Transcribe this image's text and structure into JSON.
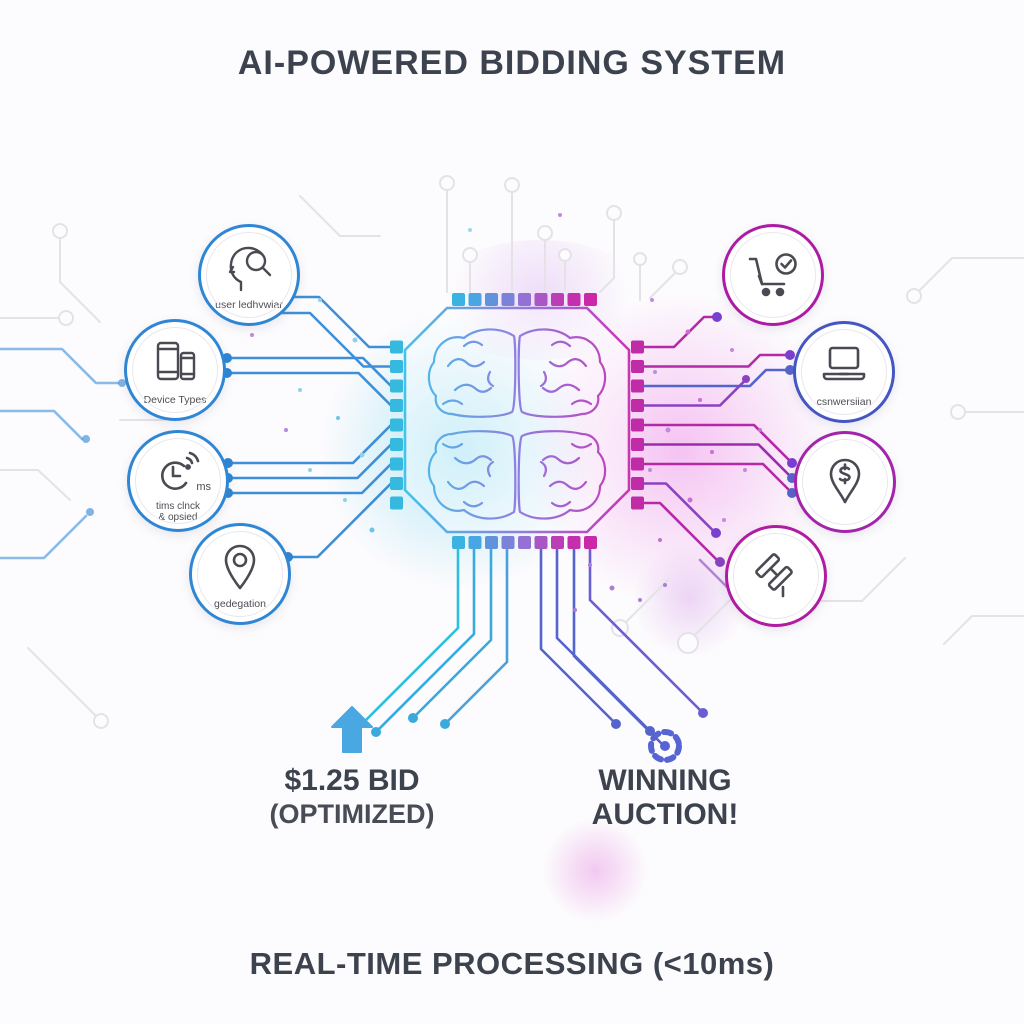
{
  "title": "AI-POWERED BIDDING SYSTEM",
  "footer": "REAL-TIME PROCESSING (<10ms)",
  "chip": {
    "name": "ai-brain-chip"
  },
  "inputs": [
    {
      "label": "user ledhvwiar",
      "icon": "user-behavior-icon"
    },
    {
      "label": "Device Types",
      "icon": "device-types-icon"
    },
    {
      "label_line1": "tims clnck",
      "label_line2": "& opsied",
      "badge": "ms",
      "icon": "time-clock-icon"
    },
    {
      "label": "gedegation",
      "icon": "geolocation-pin-icon"
    }
  ],
  "outputs": [
    {
      "icon": "cart-check-icon"
    },
    {
      "label": "csnwersiian",
      "icon": "laptop-conversion-icon"
    },
    {
      "icon": "dollar-pin-icon"
    },
    {
      "icon": "auction-gavel-icon"
    }
  ],
  "results": {
    "bid_line1": "$1.25 BID",
    "bid_line2": "(OPTIMIZED)",
    "auction_line1": "WINNING",
    "auction_line2": "AUCTION!"
  },
  "colors": {
    "input_accent": "#2e86d4",
    "output_magenta": "#ad1ba5",
    "output_indigo": "#4455c4",
    "trace_cyan": "#2fbede",
    "trace_blue": "#3f8fd8",
    "trace_magenta": "#b429a6",
    "trace_indigo": "#5564cd",
    "text_dark": "#3d434e"
  }
}
